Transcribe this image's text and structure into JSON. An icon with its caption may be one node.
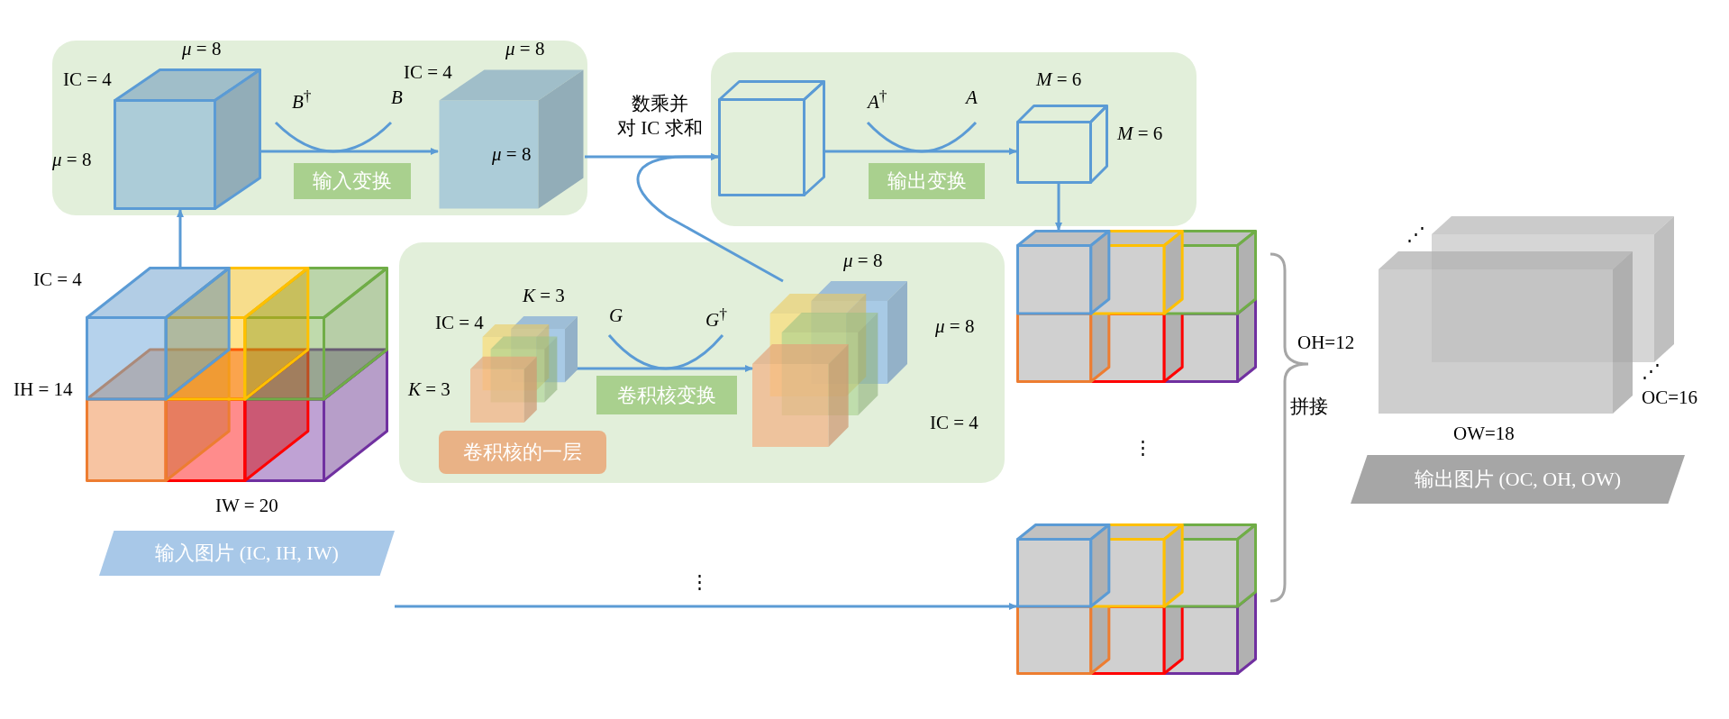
{
  "diagram": {
    "nodes": [
      {
        "text": [],
        "shape": "box"
      },
      {
        "text": [],
        "shape": "cube",
        "in": 0,
        "beside": [
          "IC = 4",
          "*μ* = 8",
          "*μ* = 8"
        ]
      },
      {
        "text": [
          "输入变换"
        ],
        "in": 0
      },
      {
        "text": [
          "*μ* = 8"
        ],
        "in": 0,
        "beside": [
          "IC = 4",
          "*μ* = 8"
        ]
      },
      {
        "text": [],
        "shape": "box"
      },
      {
        "text": [],
        "shape": "cube",
        "in": 4
      },
      {
        "text": [
          "输出变换"
        ],
        "in": 4
      },
      {
        "text": [],
        "shape": "cube",
        "in": 4,
        "beside": [
          "*M* = 6",
          "*M* = 6"
        ]
      },
      {
        "text": [],
        "shape": "box"
      },
      {
        "text": [],
        "shape": "cube",
        "in": 8,
        "beside": [
          "*K* = 3",
          "IC = 4",
          "*K* = 3"
        ]
      },
      {
        "text": [
          "卷积核的一层"
        ],
        "in": 8
      },
      {
        "text": [
          "卷积核变换"
        ],
        "in": 8
      },
      {
        "text": [],
        "shape": "cube",
        "in": 8,
        "beside": [
          "*μ* = 8",
          "*μ* = 8",
          "IC = 4"
        ]
      },
      {
        "text": [],
        "shape": "cube",
        "beside": [
          "IC = 4",
          "IH = 14",
          "IW = 20"
        ]
      },
      {
        "text": [
          "输入图片 (IC, IH, IW)"
        ]
      },
      {
        "text": [],
        "shape": "cube"
      },
      {
        "text": [],
        "shape": "cube"
      },
      {
        "text": [],
        "shape": "cube",
        "beside": [
          "OW=18",
          "OC=16"
        ]
      },
      {
        "text": [
          "输出图片 (OC, OH, OW)"
        ]
      }
    ],
    "edges": [
      {
        "from": 13,
        "to": 1,
        "arrow": "to"
      },
      {
        "from": 1,
        "to": 3,
        "arrow": "to"
      },
      {
        "from": 3,
        "to": 5,
        "arrow": "to",
        "label": "数乘并对 IC 求和"
      },
      {
        "from": 12,
        "to": 5,
        "arrow": "to"
      },
      {
        "from": 5,
        "to": 7,
        "arrow": "to"
      },
      {
        "from": 7,
        "to": 15,
        "arrow": "to"
      },
      {
        "from": 9,
        "to": 12,
        "arrow": "to"
      },
      {
        "from": null,
        "to": 16,
        "arrow": "to"
      }
    ],
    "labels": [
      "*B*$^{†}$",
      "*B*",
      "*A*$^{†}$",
      "*A*",
      "*G*",
      "*G*$^{†}$",
      "⋰",
      "OH=12",
      "⋰",
      "拼接",
      "⋮",
      "⋮"
    ]
  }
}
